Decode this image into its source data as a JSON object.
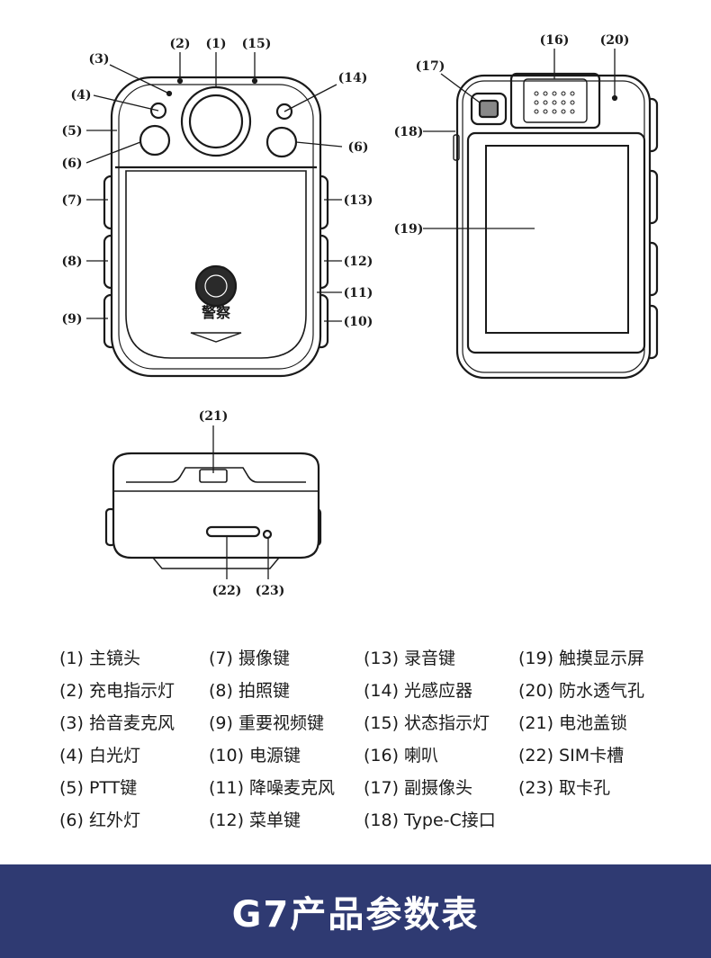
{
  "callouts": [
    "(1)",
    "(2)",
    "(3)",
    "(4)",
    "(5)",
    "(6)",
    "(7)",
    "(8)",
    "(9)",
    "(10)",
    "(11)",
    "(12)",
    "(13)",
    "(14)",
    "(15)",
    "(16)",
    "(17)",
    "(18)",
    "(19)",
    "(20)",
    "(21)",
    "(22)",
    "(23)"
  ],
  "device_badge_text": "警察",
  "legend": {
    "col1": [
      "(1) 主镜头",
      "(2) 充电指示灯",
      "(3) 拾音麦克风",
      "(4) 白光灯",
      "(5) PTT键",
      "(6) 红外灯"
    ],
    "col2": [
      "(7) 摄像键",
      "(8) 拍照键",
      "(9) 重要视频键",
      "(10) 电源键",
      "(11) 降噪麦克风",
      "(12) 菜单键"
    ],
    "col3": [
      "(13) 录音键",
      "(14) 光感应器",
      "(15) 状态指示灯",
      "(16) 喇叭",
      "(17) 副摄像头",
      "(18) Type-C接口"
    ],
    "col4": [
      "(19) 触摸显示屏",
      "(20) 防水透气孔",
      "(21) 电池盖锁",
      "(22) SIM卡槽",
      "(23) 取卡孔"
    ]
  },
  "banner": {
    "title": "G7产品参数表"
  },
  "colors": {
    "banner_bg": "#2f3a72",
    "banner_text": "#ffffff",
    "line": "#1a1a1a"
  }
}
